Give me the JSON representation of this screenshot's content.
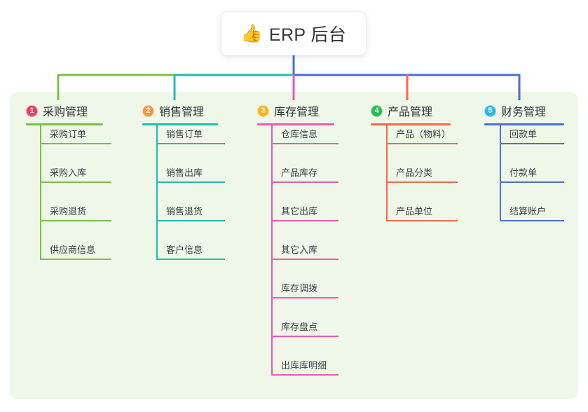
{
  "root": {
    "icon": "thumbs-up-icon",
    "icon_glyph": "👍",
    "title": "ERP 后台"
  },
  "palette": {
    "panel_bg": "#EEF7E8",
    "card_bg": "#FFFFFF",
    "text": "#33373D",
    "leaf_text": "#3A3F45"
  },
  "columns": [
    {
      "index": "1",
      "title": "采购管理",
      "badge_color": "#EE3B63",
      "line_color": "#7DBF46",
      "items": [
        {
          "label": "采购订单"
        },
        {
          "label": "采购入库"
        },
        {
          "label": "采购退货"
        },
        {
          "label": "供应商信息"
        }
      ]
    },
    {
      "index": "2",
      "title": "销售管理",
      "badge_color": "#F79440",
      "line_color": "#21BCAD",
      "items": [
        {
          "label": "销售订单"
        },
        {
          "label": "销售出库"
        },
        {
          "label": "销售退货"
        },
        {
          "label": "客户信息"
        }
      ]
    },
    {
      "index": "3",
      "title": "库存管理",
      "badge_color": "#F8B31C",
      "line_color": "#E85BB0",
      "items": [
        {
          "label": "仓库信息"
        },
        {
          "label": "产品库存"
        },
        {
          "label": "其它出库"
        },
        {
          "label": "其它入库"
        },
        {
          "label": "库存调拨"
        },
        {
          "label": "库存盘点"
        },
        {
          "label": "出库库明细"
        }
      ]
    },
    {
      "index": "4",
      "title": "产品管理",
      "badge_color": "#24BC52",
      "line_color": "#F4694F",
      "items": [
        {
          "label": "产品（物料）"
        },
        {
          "label": "产品分类"
        },
        {
          "label": "产品单位"
        }
      ]
    },
    {
      "index": "5",
      "title": "财务管理",
      "badge_color": "#28B6E8",
      "line_color": "#4A6FD4",
      "items": [
        {
          "label": "回款单"
        },
        {
          "label": "付款单"
        },
        {
          "label": "结算账户"
        }
      ]
    }
  ]
}
